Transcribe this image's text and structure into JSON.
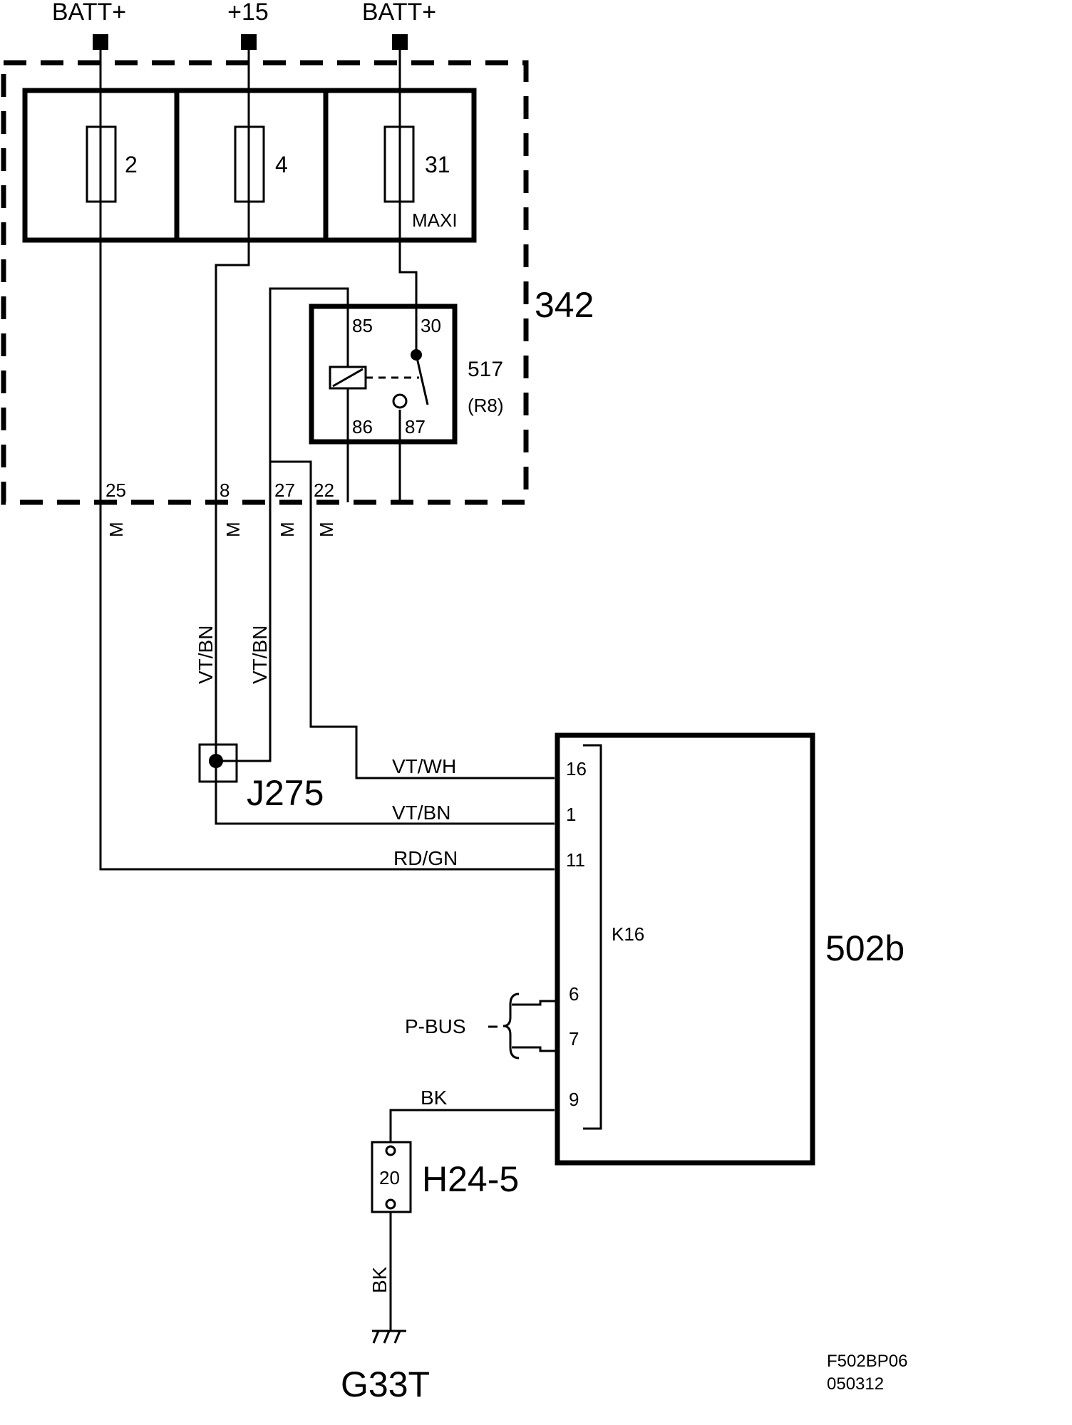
{
  "supplies": {
    "batt1": "BATT+",
    "ign": "+15",
    "batt2": "BATT+"
  },
  "fuse_box": {
    "label": "342",
    "fuses": [
      "2",
      "4",
      "31"
    ],
    "maxi": "MAXI"
  },
  "relay": {
    "label": "517",
    "sublabel": "(R8)",
    "pins": [
      "85",
      "30",
      "86",
      "87"
    ]
  },
  "connector_pins": [
    "25",
    "8",
    "27",
    "22"
  ],
  "connector_marks": [
    "M",
    "M",
    "M",
    "M"
  ],
  "wire_colors": {
    "left_vt_bn_a": "VT/BN",
    "left_vt_bn_b": "VT/BN",
    "to_16": "VT/WH",
    "to_1": "VT/BN",
    "to_11": "RD/GN",
    "to_9": "BK",
    "ground": "BK"
  },
  "junction": {
    "label": "J275"
  },
  "module": {
    "label": "502b",
    "connector": "K16",
    "pins": [
      "16",
      "1",
      "11",
      "6",
      "7",
      "9"
    ]
  },
  "pbus": "P-BUS",
  "ground_connector": {
    "label": "H24-5",
    "pin": "20"
  },
  "ground_point": "G33T",
  "footer": {
    "code": "F502BP06",
    "date": "050312"
  }
}
